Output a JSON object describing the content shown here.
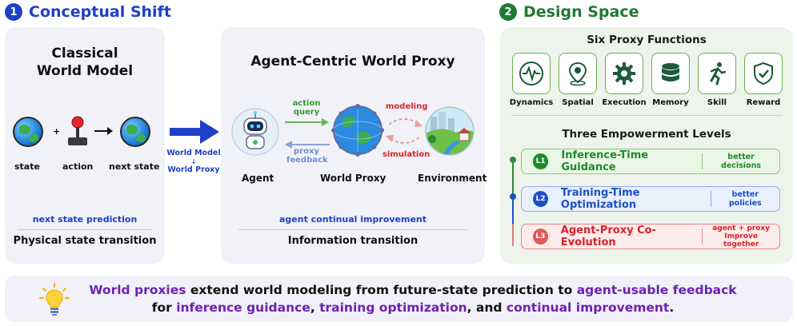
{
  "section1": {
    "number": "1",
    "title": "Conceptual Shift"
  },
  "section2": {
    "number": "2",
    "title": "Design Space"
  },
  "classical": {
    "title_line1": "Classical",
    "title_line2": "World Model",
    "labels": [
      "state",
      "action",
      "next state"
    ],
    "plus": "+",
    "caption": "next state prediction",
    "footer": "Physical state transition"
  },
  "transition": {
    "line1": "World Model",
    "arrow": "↓",
    "line2": "World Proxy"
  },
  "proxy": {
    "title": "Agent-Centric World Proxy",
    "agent_label": "Agent",
    "proxy_label": "World Proxy",
    "env_label": "Environment",
    "action_query": "action\nquery",
    "proxy_feedback": "proxy\nfeedback",
    "modeling": "modeling",
    "simulation": "simulation",
    "caption": "agent continual improvement",
    "footer": "Information transition"
  },
  "design": {
    "functions_title": "Six Proxy Functions",
    "functions": [
      {
        "label": "Dynamics",
        "icon": "pulse-icon"
      },
      {
        "label": "Spatial",
        "icon": "map-pin-icon"
      },
      {
        "label": "Execution",
        "icon": "gear-icon"
      },
      {
        "label": "Memory",
        "icon": "database-icon"
      },
      {
        "label": "Skill",
        "icon": "runner-icon"
      },
      {
        "label": "Reward",
        "icon": "shield-check-icon"
      }
    ],
    "levels_title": "Three Empowerment Levels",
    "levels": [
      {
        "badge": "L1",
        "name": "Inference-Time Guidance",
        "note": "better decisions",
        "color": "#1e8a2e",
        "bg": "#eaf7e4",
        "border": "#8cc97a"
      },
      {
        "badge": "L2",
        "name": "Training-Time Optimization",
        "note": "better policies",
        "color": "#1f4fc7",
        "bg": "#e8f0fc",
        "border": "#8fb2ea"
      },
      {
        "badge": "L3",
        "name": "Agent-Proxy Co-Evolution",
        "note_line1": "agent + proxy",
        "note_line2": "Improve together",
        "color": "#d6222a",
        "bg": "#fdeceb",
        "border": "#e68a86"
      }
    ]
  },
  "footer": {
    "part1": "World proxies",
    "part2": " extend world modeling from future-state prediction to ",
    "part3": "agent-usable feedback",
    "part4": "for ",
    "part5": "inference guidance",
    "part6": ", ",
    "part7": "training optimization",
    "part8": ", and ",
    "part9": "continual improvement",
    "part10": "."
  },
  "colors": {
    "blue": "#1f3fc7",
    "green": "#1e7a35",
    "purple": "#6a22b0",
    "red": "#d6222a"
  }
}
